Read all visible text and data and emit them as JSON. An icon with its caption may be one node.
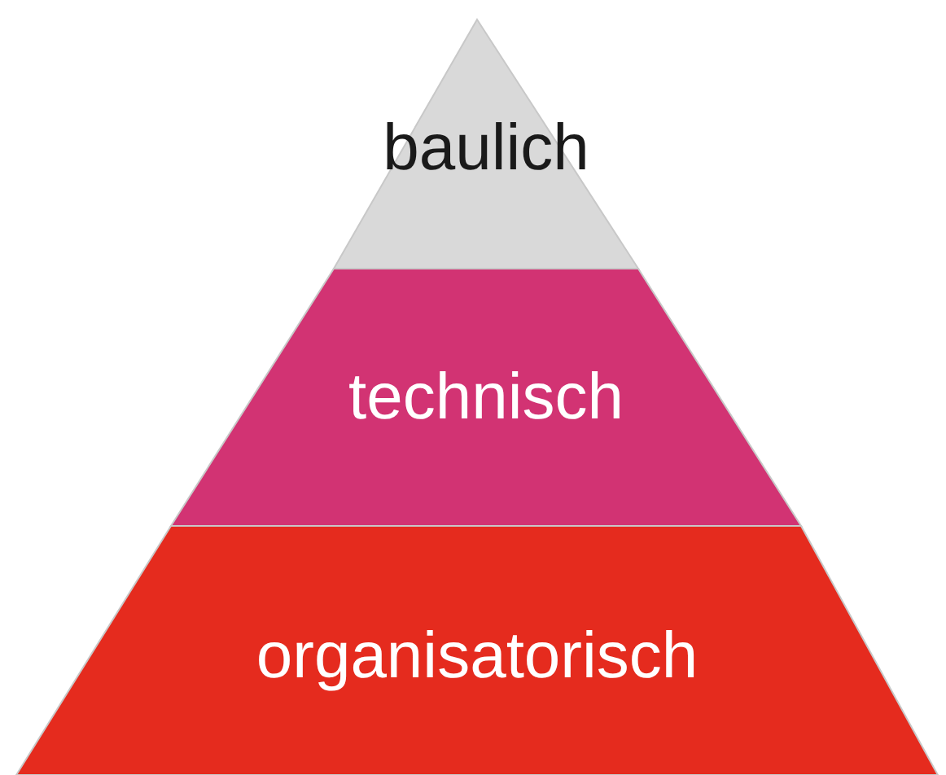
{
  "diagram": {
    "nodes": [
      {
        "text": [
          "baulich"
        ]
      },
      {
        "text": [
          "technisch"
        ]
      },
      {
        "text": [
          "organisatorisch"
        ]
      }
    ]
  }
}
